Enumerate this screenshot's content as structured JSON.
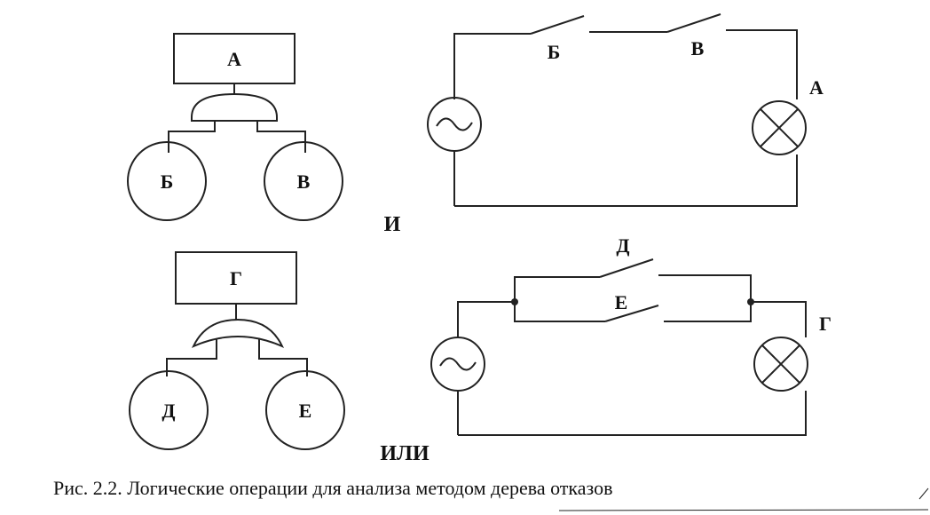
{
  "and_tree": {
    "top_event": "А",
    "input_left": "Б",
    "input_right": "В",
    "operation_label": "И"
  },
  "and_circuit": {
    "switch_1": "Б",
    "switch_2": "В",
    "lamp": "А"
  },
  "or_tree": {
    "top_event": "Г",
    "input_left": "Д",
    "input_right": "Е",
    "operation_label": "ИЛИ"
  },
  "or_circuit": {
    "switch_1": "Д",
    "switch_2": "Е",
    "lamp": "Г"
  },
  "caption": "Рис. 2.2. Логические операции  для анализа  методом дерева отказов"
}
